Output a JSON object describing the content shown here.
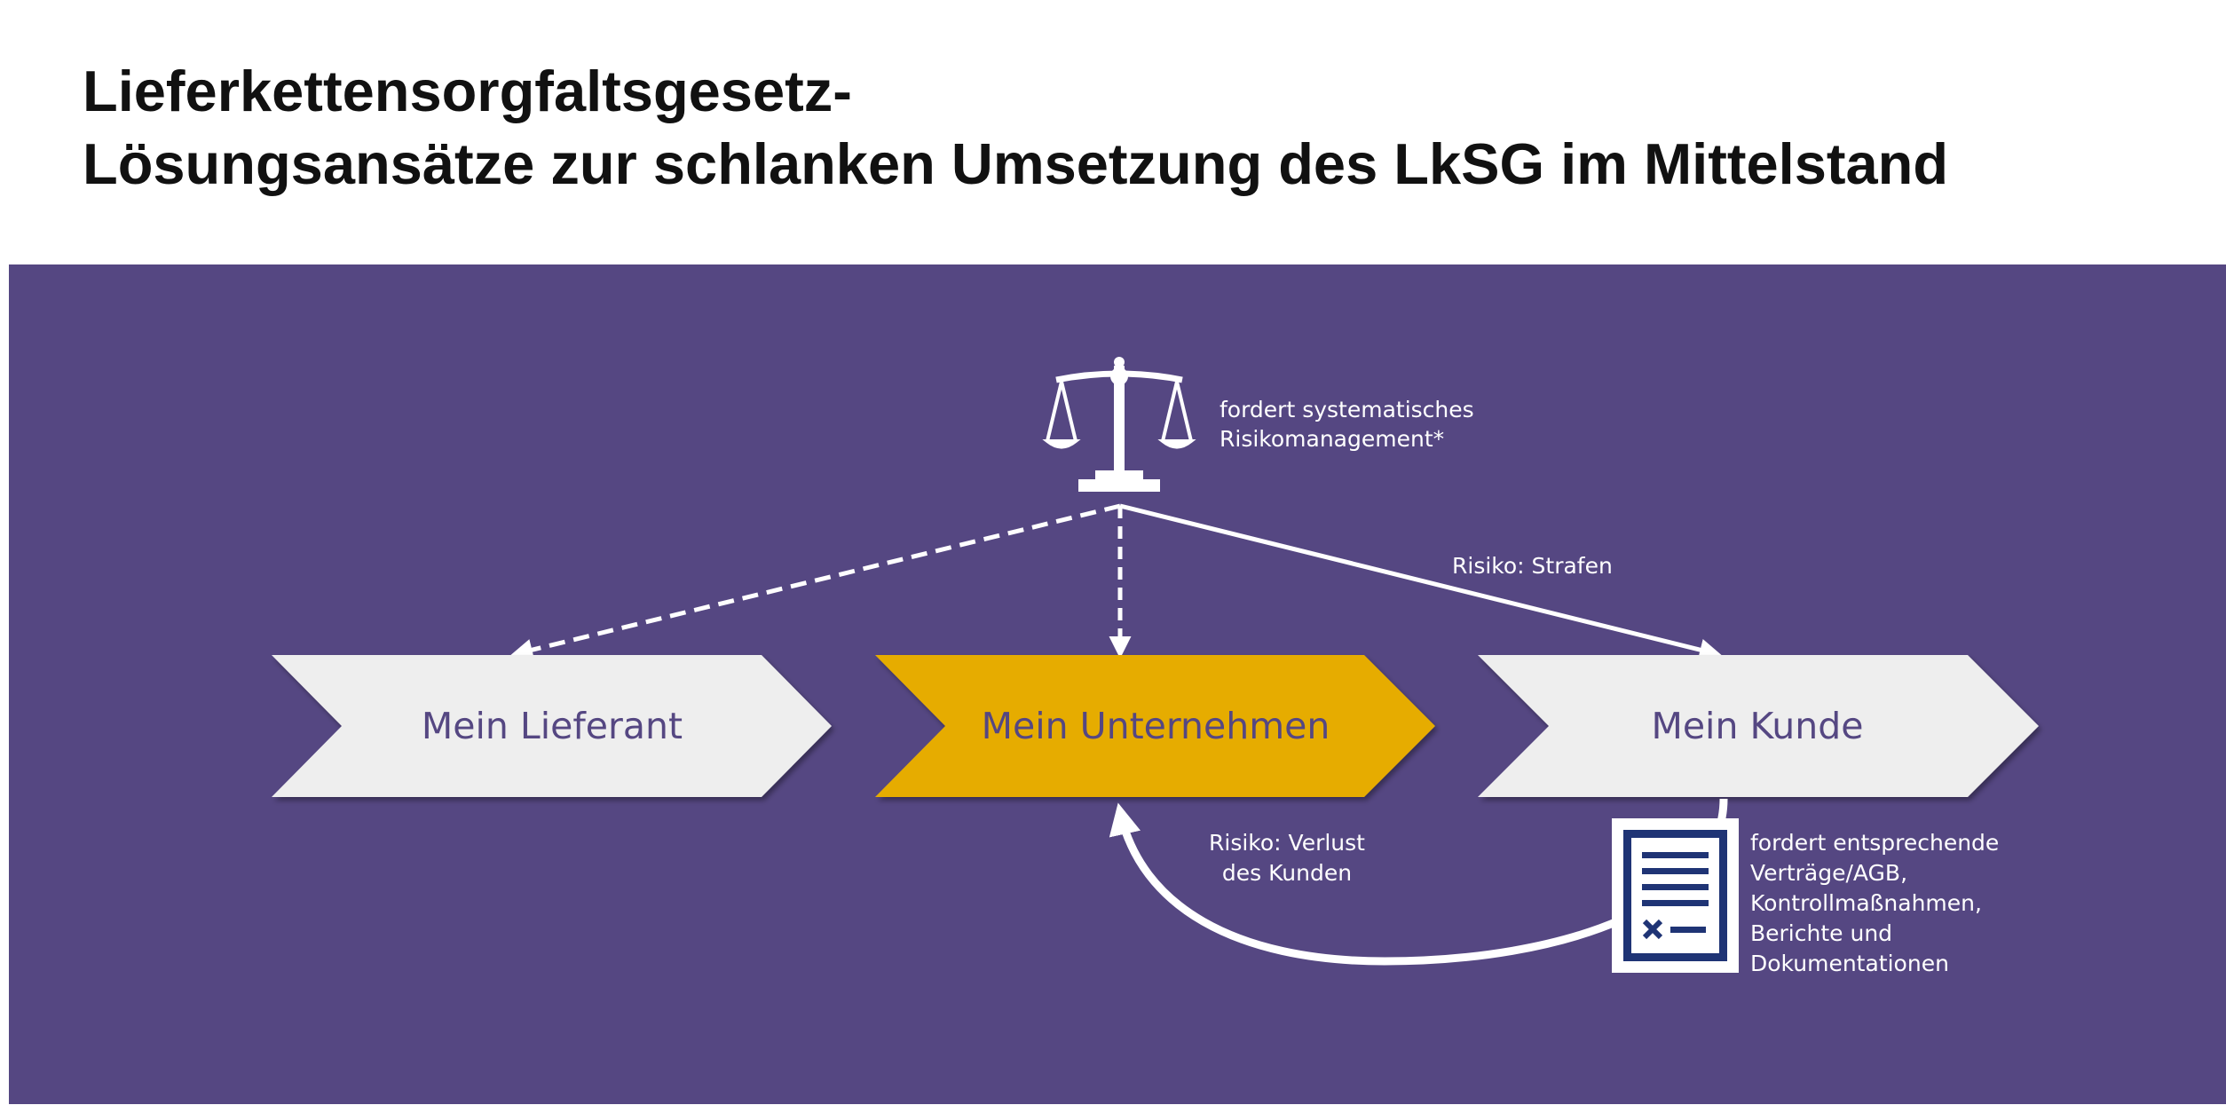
{
  "title": {
    "line1": "Lieferkettensorgfaltsgesetz-",
    "line2": "Lösungsansätze zur schlanken Umsetzung des LkSG im Mittelstand"
  },
  "nodes": {
    "supplier": "Mein Lieferant",
    "company": "Mein Unternehmen",
    "customer": "Mein Kunde"
  },
  "law": {
    "icon": "scales-icon",
    "note_line1": "fordert systematisches",
    "note_line2": "Risikomanagement*"
  },
  "edges": {
    "penalty": "Risiko: Strafen",
    "loss_line1": "Risiko: Verlust",
    "loss_line2": "des Kunden"
  },
  "contract": {
    "icon": "contract-document-icon",
    "lines": [
      "fordert entsprechende",
      "Verträge/AGB,",
      "Kontrollmaßnahmen,",
      "Berichte und",
      "Dokumentationen"
    ]
  },
  "colors": {
    "background": "#554782",
    "chevron_light": "#eeeeee",
    "chevron_accent": "#e6ac00",
    "text_on_chevron": "#554782",
    "lines": "#ffffff",
    "document_blue": "#1f3475"
  }
}
